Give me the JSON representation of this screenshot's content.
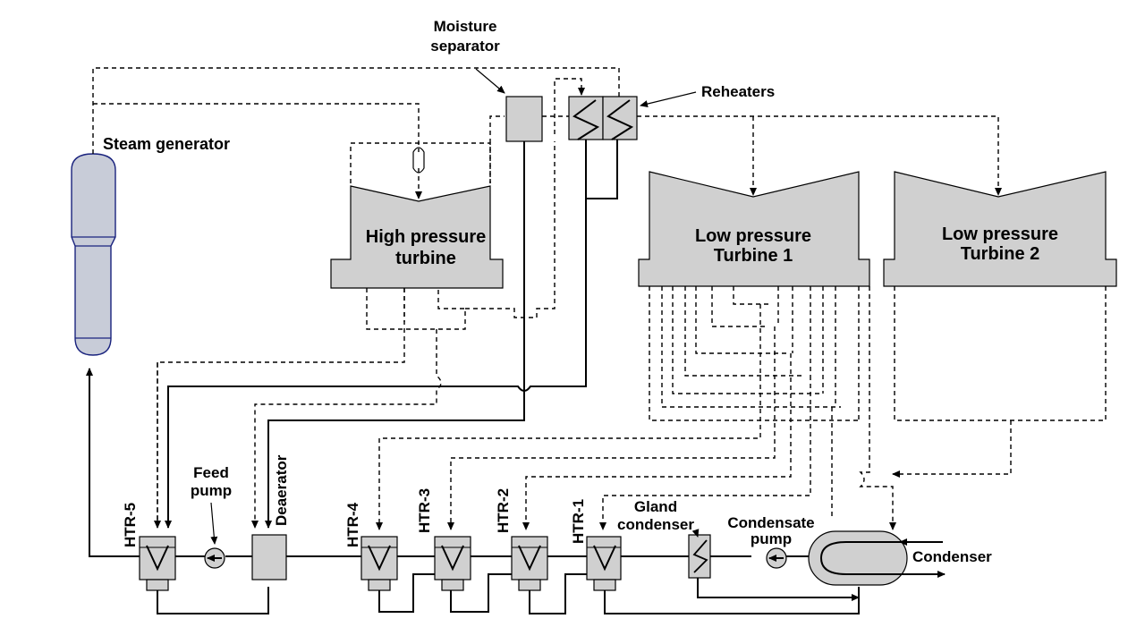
{
  "labels": {
    "moisture_separator_line1": "Moisture",
    "moisture_separator_line2": "separator",
    "reheaters": "Reheaters",
    "steam_generator": "Steam generator",
    "hp_turbine_line1": "High pressure",
    "hp_turbine_line2": "turbine",
    "lp_turbine1_line1": "Low pressure",
    "lp_turbine1_line2": "Turbine 1",
    "lp_turbine2_line1": "Low pressure",
    "lp_turbine2_line2": "Turbine 2",
    "feed_pump_line1": "Feed",
    "feed_pump_line2": "pump",
    "deaerator": "Deaerator",
    "htr5": "HTR-5",
    "htr4": "HTR-4",
    "htr3": "HTR-3",
    "htr2": "HTR-2",
    "htr1": "HTR-1",
    "gland_condenser_line1": "Gland",
    "gland_condenser_line2": "condenser",
    "condensate_pump_line1": "Condensate",
    "condensate_pump_line2": "pump",
    "condenser": "Condenser"
  },
  "colors": {
    "equipment_fill": "#d0d0d0",
    "steam_generator_fill": "#c8ccd8",
    "steam_generator_stroke": "#1a237e",
    "line": "#000000"
  }
}
